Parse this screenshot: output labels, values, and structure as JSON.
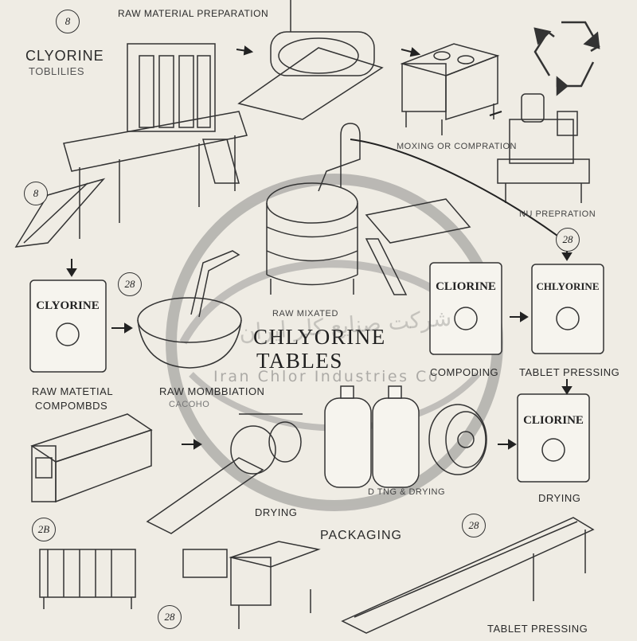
{
  "labels": {
    "raw_material_preparation": "RAW MATERIAL PREPARATION",
    "clyorine": "CLYORINE",
    "toblilies": "TOBLILIES",
    "mixing_compration": "MOXING OR COMPRATION",
    "preparation": "NU PREPRATION",
    "raw_material_compounds": "RAW MATETIAL",
    "compounds_line2": "COMPOMBDS",
    "raw_combination": "RAW MOMBBIATION",
    "raw_combination_2": "CACOHO",
    "raw_mixed": "RAW MIXATED",
    "title_line1": "CHLYORINE",
    "title_line2": "TABLES",
    "compounding": "COMPODING",
    "tablet_pressing_mid": "TABLET PRESSING",
    "drying_mid": "DRYING",
    "drying_right": "DRYING",
    "drying_bottles": "D TNG & DRYING",
    "packaging": "PACKAGING",
    "tablet_pressing_bottom": "TABLET PRESSING"
  },
  "bags": {
    "left": "CLYORINE",
    "middle": "CLIORINE",
    "right": "CHLYORINE",
    "bottom_right": "CLIORINE"
  },
  "watermark": {
    "english": "Iran Chlor Industries Co",
    "arabic": "شرکت صنایع کلر ایران"
  },
  "step_numbers": {
    "n1": "8",
    "n2": "8",
    "n3": "28",
    "n4": "28",
    "n5": "2B",
    "n6": "28",
    "n7": "28"
  },
  "colors": {
    "paper": "#efece4",
    "ink": "#2b2b2b"
  }
}
